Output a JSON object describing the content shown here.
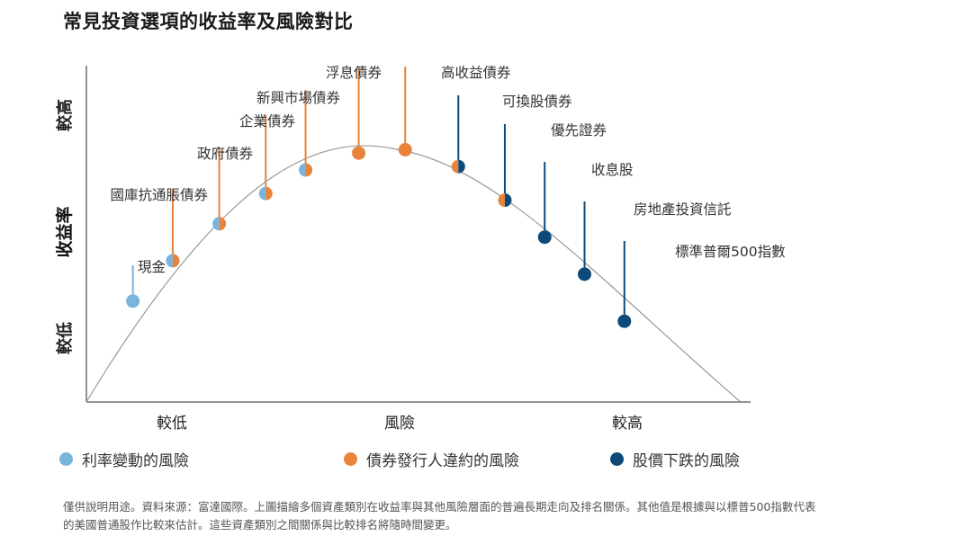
{
  "title": "常見投資選項的收益率及風險對比",
  "footnote_line1": "僅供說明用途。資料來源：富達國際。上圖描繪多個資產類別在收益率與其他風險層面的普遍長期走向及排名關係。其他值是根據與以標普500指數代表",
  "footnote_line2": "的美國普通股作比較來估計。這些資產類別之間關係與比較排名將隨時間變更。",
  "colors": {
    "interest_rate_risk": "#7ab3dc",
    "default_risk": "#e8833a",
    "price_risk": "#0d4a7a",
    "curve": "#999999",
    "axis": "#555555"
  },
  "legend": [
    {
      "label": "利率變動的風險",
      "color": "#7ab3dc"
    },
    {
      "label": "債券發行人違約的風險",
      "color": "#e8833a"
    },
    {
      "label": "股價下跌的風險",
      "color": "#0d4a7a"
    }
  ],
  "chart_data": {
    "type": "scatter",
    "xlabel": "風險",
    "ylabel": "收益率",
    "x_ticks": [
      "較低",
      "較高"
    ],
    "y_ticks": [
      "較低",
      "較高"
    ],
    "curve": "inverted-parabola",
    "points": [
      {
        "label": "現金",
        "x": 0.07,
        "y": 0.3,
        "risk": [
          "interest"
        ]
      },
      {
        "label": "國庫抗通脹債券",
        "x": 0.13,
        "y": 0.42,
        "risk": [
          "interest",
          "default"
        ]
      },
      {
        "label": "政府債券",
        "x": 0.2,
        "y": 0.53,
        "risk": [
          "interest",
          "default"
        ]
      },
      {
        "label": "企業債券",
        "x": 0.27,
        "y": 0.62,
        "risk": [
          "interest",
          "default"
        ]
      },
      {
        "label": "新興市場債券",
        "x": 0.33,
        "y": 0.69,
        "risk": [
          "interest",
          "default"
        ]
      },
      {
        "label": "浮息債券",
        "x": 0.41,
        "y": 0.74,
        "risk": [
          "default"
        ]
      },
      {
        "label": "高收益債券",
        "x": 0.48,
        "y": 0.75,
        "risk": [
          "default"
        ]
      },
      {
        "label": "可換股債券",
        "x": 0.56,
        "y": 0.7,
        "risk": [
          "default",
          "price"
        ]
      },
      {
        "label": "優先證券",
        "x": 0.63,
        "y": 0.6,
        "risk": [
          "default",
          "price"
        ]
      },
      {
        "label": "收息股",
        "x": 0.69,
        "y": 0.49,
        "risk": [
          "price"
        ]
      },
      {
        "label": "房地產投資信託",
        "x": 0.75,
        "y": 0.38,
        "risk": [
          "price"
        ]
      },
      {
        "label": "標準普爾500指數",
        "x": 0.81,
        "y": 0.24,
        "risk": [
          "price"
        ]
      }
    ]
  }
}
